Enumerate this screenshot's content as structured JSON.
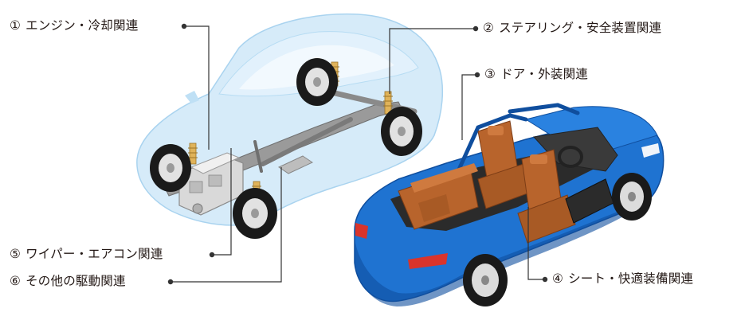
{
  "labels": {
    "l1": {
      "num": "①",
      "text": "エンジン・冷却関連"
    },
    "l2": {
      "num": "②",
      "text": "ステアリング・安全装置関連"
    },
    "l3": {
      "num": "③",
      "text": "ドア・外装関連"
    },
    "l4": {
      "num": "④",
      "text": "シート・快適装備関連"
    },
    "l5": {
      "num": "⑤",
      "text": "ワイパー・エアコン関連"
    },
    "l6": {
      "num": "⑥",
      "text": "その他の駆動関連"
    }
  },
  "colors": {
    "ghost_body": "#cfe8f8",
    "ghost_outline": "#a9d3ef",
    "car_blue": "#1f73d1",
    "car_blue_dark": "#0f4e9e",
    "seat": "#b8642c",
    "seat_dark": "#7d3d16",
    "tire": "#1a1a1a",
    "rim": "#e2e2e2",
    "chassis": "#8c8c8c",
    "leader": "#333333",
    "text": "#231815"
  }
}
